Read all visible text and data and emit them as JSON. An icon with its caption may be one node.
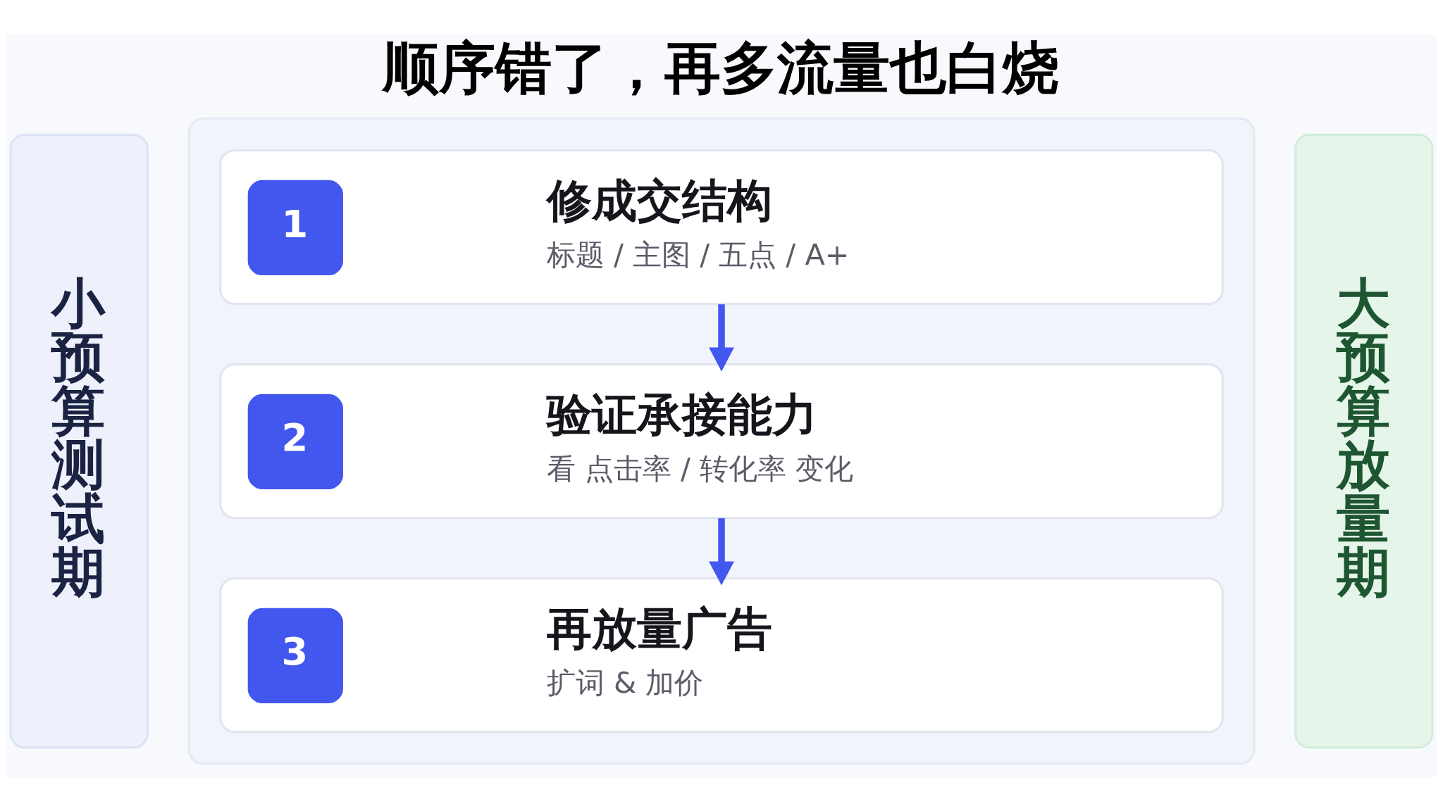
{
  "diagram": {
    "title": "顺序错了，再多流量也白烧",
    "nodes": [
      {
        "text": [
          "小预算测试期"
        ]
      },
      {
        "text": [],
        "shape": "box"
      },
      {
        "text": [
          "1",
          "修成交结构",
          "标题 / 主图 / 五点 / A+"
        ],
        "in": 1
      },
      {
        "text": [
          "2",
          "验证承接能力",
          "看 点击率 / 转化率 变化"
        ],
        "in": 1
      },
      {
        "text": [
          "3",
          "再放量广告",
          "扩词 & 加价"
        ],
        "in": 1
      },
      {
        "text": [
          "大预算放量期"
        ]
      }
    ],
    "edges": [
      {
        "from": 2,
        "to": 3,
        "arrow": "to"
      },
      {
        "from": 3,
        "to": 4,
        "arrow": "to"
      }
    ]
  }
}
